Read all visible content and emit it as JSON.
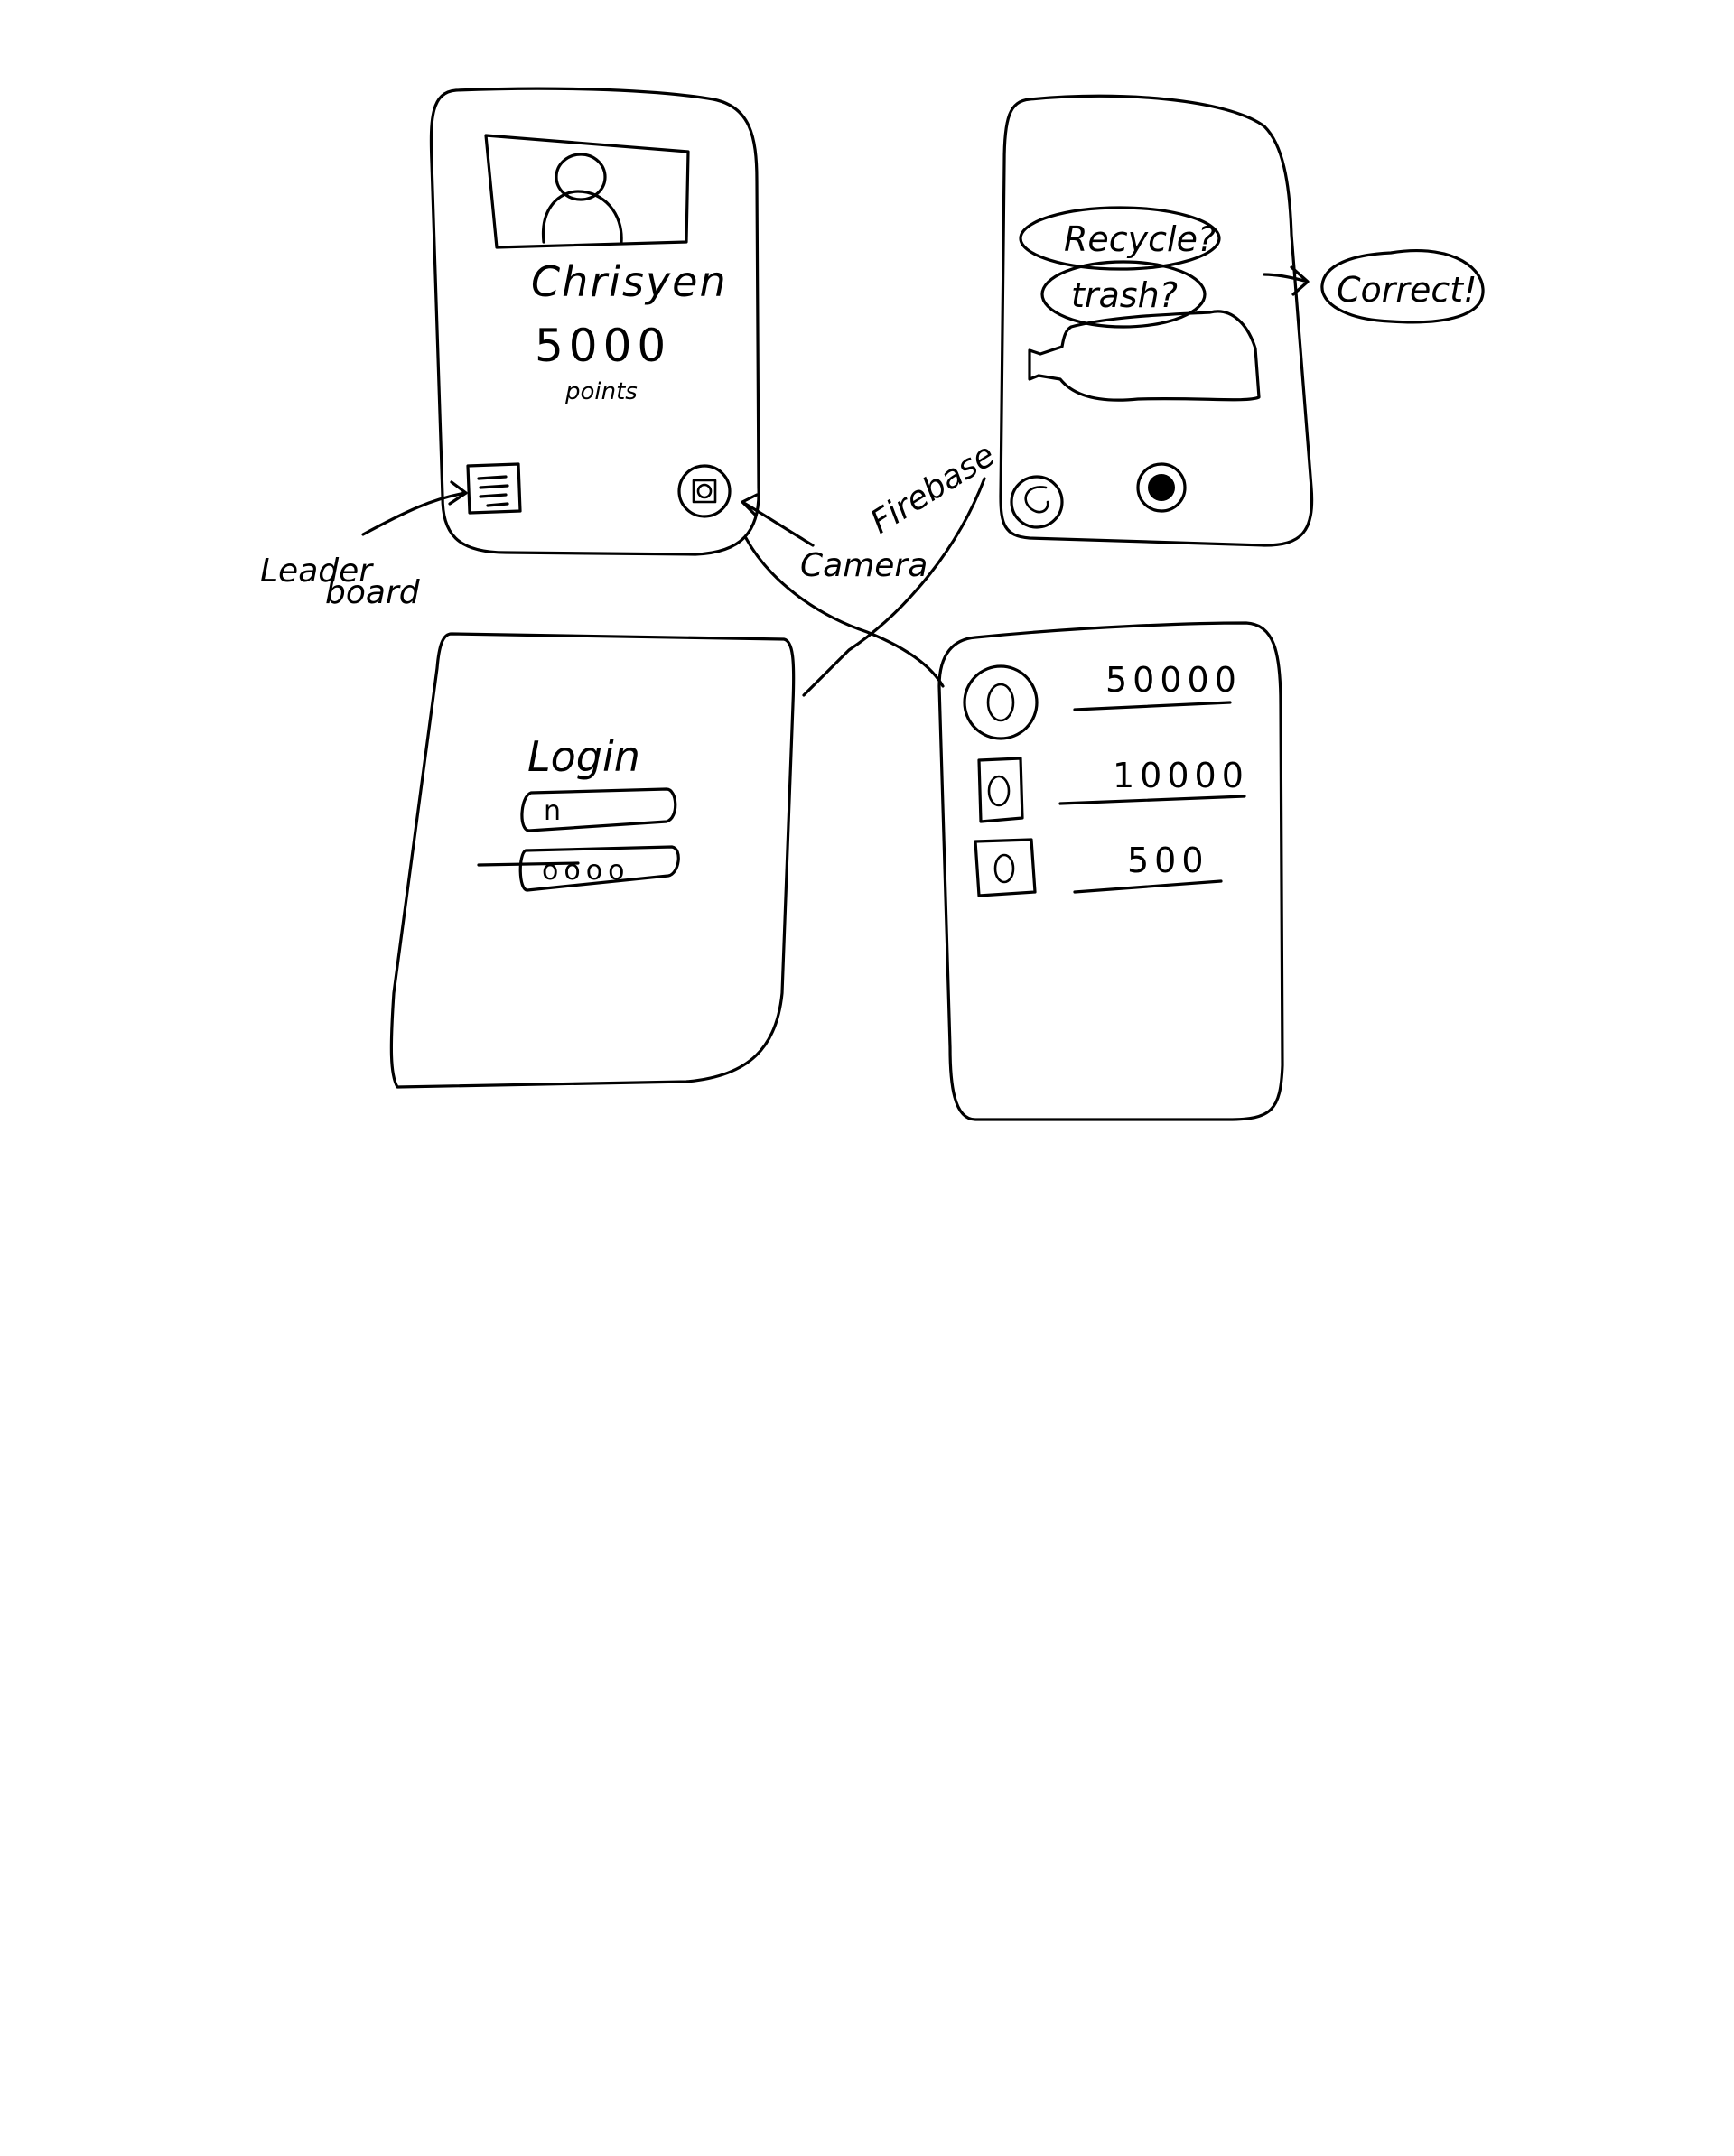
{
  "profile_screen": {
    "username": "Chrisyen",
    "points_value": "5000",
    "points_unit": "points"
  },
  "camera_screen": {
    "recycle_option": "Recycle?",
    "trash_option": "trash?"
  },
  "result_label": "Correct!",
  "login_screen": {
    "title": "Login",
    "username_field": "n",
    "password_field": "oooo"
  },
  "leaderboard_screen": {
    "scores": [
      "50000",
      "10000",
      "500"
    ]
  },
  "annotations": {
    "leaderboard_line1": "Leader",
    "leaderboard_line2": "board",
    "camera": "Camera",
    "firebase": "Firebase"
  }
}
